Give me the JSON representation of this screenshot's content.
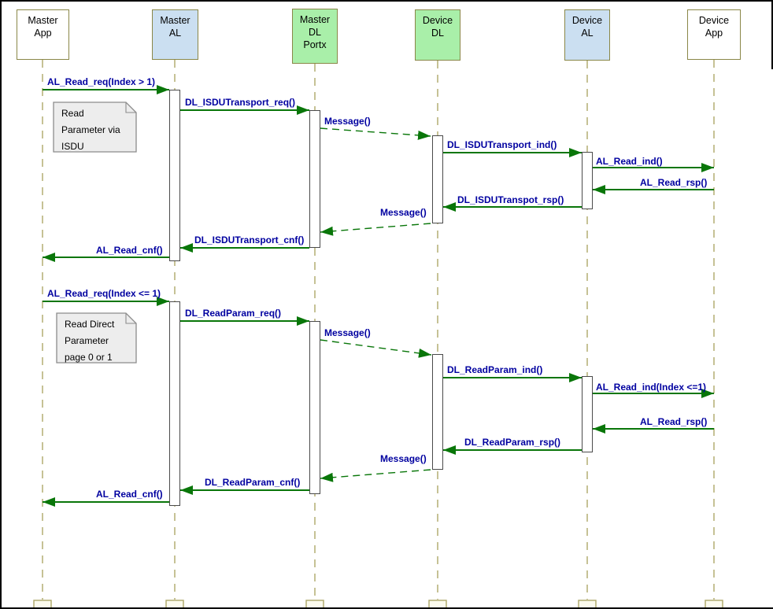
{
  "colors": {
    "arrow": "#097609",
    "label": "#0000A0",
    "lifeline": "#ADA768",
    "box_border": "#8A8748",
    "blue_fill": "#CBDFF1",
    "green_fill": "#A9EFA9",
    "white_fill": "#FFFFFF",
    "note_fill": "#EDEDED",
    "note_border": "#8C8C8C",
    "bar_border": "#4A4A4A"
  },
  "actors": [
    {
      "id": "master-app",
      "label": "Master\nApp"
    },
    {
      "id": "master-al",
      "label": "Master\nAL"
    },
    {
      "id": "master-dl-portx",
      "label": "Master\nDL\nPortx"
    },
    {
      "id": "device-dl",
      "label": "Device\nDL"
    },
    {
      "id": "device-al",
      "label": "Device\nAL"
    },
    {
      "id": "device-app",
      "label": "Device\nApp"
    }
  ],
  "notes": [
    {
      "text": "Read\nParameter via\nISDU"
    },
    {
      "text": "Read Direct\nParameter\npage 0 or 1"
    }
  ],
  "messages": {
    "seq1": [
      "AL_Read_req(Index > 1)",
      "DL_ISDUTransport_req()",
      "Message()",
      "DL_ISDUTransport_ind()",
      "AL_Read_ind()",
      "AL_Read_rsp()",
      "DL_ISDUTranspot_rsp()",
      "Message()",
      "DL_ISDUTransport_cnf()",
      "AL_Read_cnf()"
    ],
    "seq2": [
      "AL_Read_req(Index <= 1)",
      "DL_ReadParam_req()",
      "Message()",
      "DL_ReadParam_ind()",
      "AL_Read_ind(Index <=1)",
      "AL_Read_rsp()",
      "DL_ReadParam_rsp()",
      "Message()",
      "DL_ReadParam_cnf()",
      "AL_Read_cnf()"
    ]
  }
}
